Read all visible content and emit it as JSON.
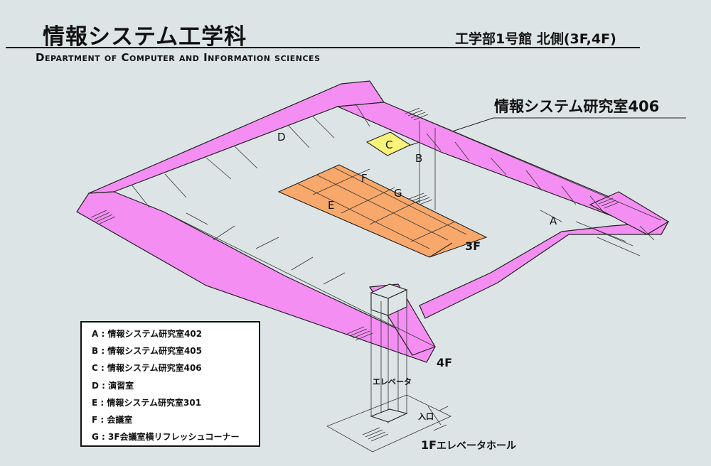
{
  "header": {
    "title": "情報システム工学科",
    "subtitle": "Department of Computer and Information sciences",
    "building": "工学部1号館 北側(3F,4F)"
  },
  "callout": {
    "label": "情報システム研究室406"
  },
  "map_labels": {
    "a": "A",
    "b": "B",
    "c": "C",
    "d": "D",
    "e": "E",
    "f": "F",
    "g": "G",
    "floor_3": "3F",
    "floor_4": "4F",
    "elevator": "エレベータ",
    "entrance": "入口",
    "floor_1": "1F",
    "elevator_hall": "エレベータホール"
  },
  "legend": [
    "A : 情報システム研究室402",
    "B : 情報システム研究室405",
    "C : 情報システム研究室406",
    "D : 演習室",
    "E : 情報システム研究室301",
    "F : 会議室",
    "G : 3F会議室横リフレッシュコーナー"
  ],
  "colors": {
    "background": "#dde4e6",
    "floor4": "#f48ef2",
    "floor3": "#f8a86a",
    "highlight": "#f8f27a"
  }
}
